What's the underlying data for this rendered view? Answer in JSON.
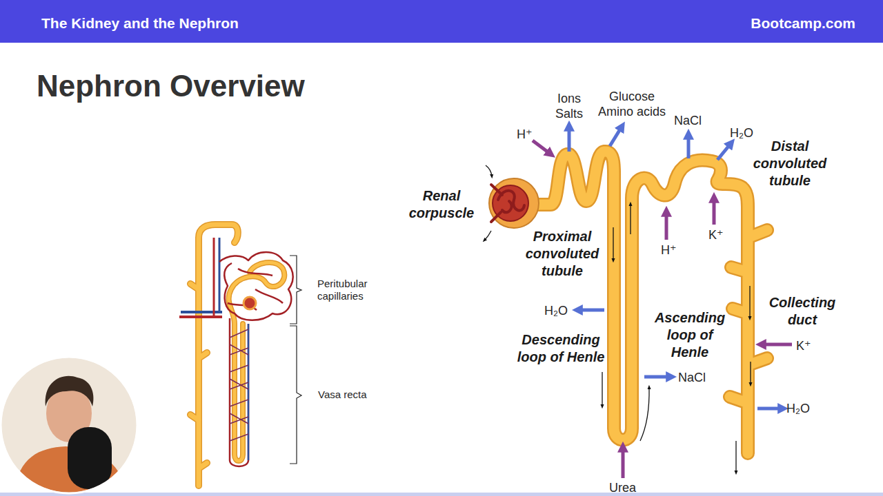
{
  "diagram": {
    "title": "Nephron Overview",
    "nodes": [
      {
        "text": [
          "The Kidney and the Nephron",
          "Bootcamp.com"
        ]
      }
    ],
    "labels": [
      "H⁺",
      "Ions Salts",
      "Glucose Amino acids",
      "NaCl",
      "H₂O",
      "Distal convoluted tubule",
      "Renal corpuscle",
      "Proximal convoluted tubule",
      "H⁺",
      "K⁺",
      "Collecting duct",
      "H₂O",
      "Ascending loop of Henle",
      "Descending loop of Henle",
      "K⁺",
      "NaCl",
      "H₂O",
      "Urea",
      "Peritubular capillaries",
      "Vasa recta"
    ]
  }
}
